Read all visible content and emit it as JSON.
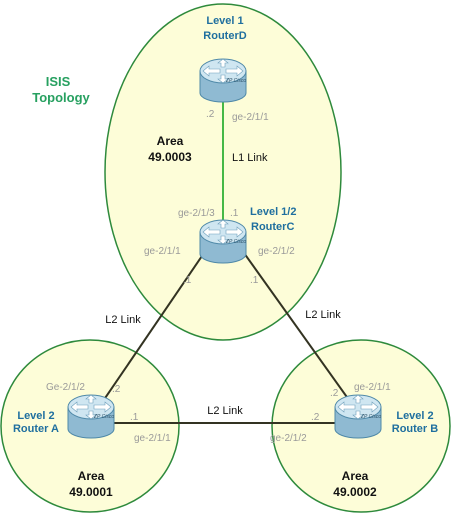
{
  "title": {
    "line1": "ISIS",
    "line2": "Topology"
  },
  "areas": {
    "area3": {
      "label": "Area",
      "id": "49.0003"
    },
    "area1": {
      "label": "Area",
      "id": "49.0001"
    },
    "area2": {
      "label": "Area",
      "id": "49.0002"
    }
  },
  "routers": {
    "d": {
      "level": "Level 1",
      "name": "RouterD",
      "brand": "ZP Cisco"
    },
    "c": {
      "level": "Level 1/2",
      "name": "RouterC",
      "brand": "ZP Cisco"
    },
    "a": {
      "level": "Level 2",
      "name": "Router A",
      "brand": "ZP Cisco"
    },
    "b": {
      "level": "Level 2",
      "name": "Router B",
      "brand": "ZP Cisco"
    }
  },
  "links": {
    "dc": {
      "label": "L1 Link",
      "color": "#46b846"
    },
    "ca": {
      "label": "L2 Link",
      "color": "#333322"
    },
    "cb": {
      "label": "L2 Link",
      "color": "#333322"
    },
    "ab": {
      "label": "L2 Link",
      "color": "#333322"
    }
  },
  "interfaces": {
    "d_down": "ge-2/1/1",
    "d_addr": ".2",
    "c_up": "ge-2/1/3",
    "c_up_addr": ".1",
    "c_left": "ge-2/1/1",
    "c_left_addr": ".1",
    "c_right": "ge-2/1/2",
    "c_right_addr": ".1",
    "a_up": "Ge-2/1/2",
    "a_up_addr": ".2",
    "a_right": "ge-2/1/1",
    "a_right_addr": ".1",
    "b_up": "ge-2/1/1",
    "b_up_addr": ".2",
    "b_left": "ge-2/1/2",
    "b_left_addr": ".2"
  },
  "colors": {
    "area_fill": "#fdfdd8",
    "area_stroke": "#2e8a3c",
    "router_body": "#8fbad2",
    "router_top": "#cfe6f1",
    "router_edge": "#4f89a8",
    "level_text": "#1f6f9f",
    "title_text": "#27a060",
    "interface_text": "#9a9a9a"
  }
}
